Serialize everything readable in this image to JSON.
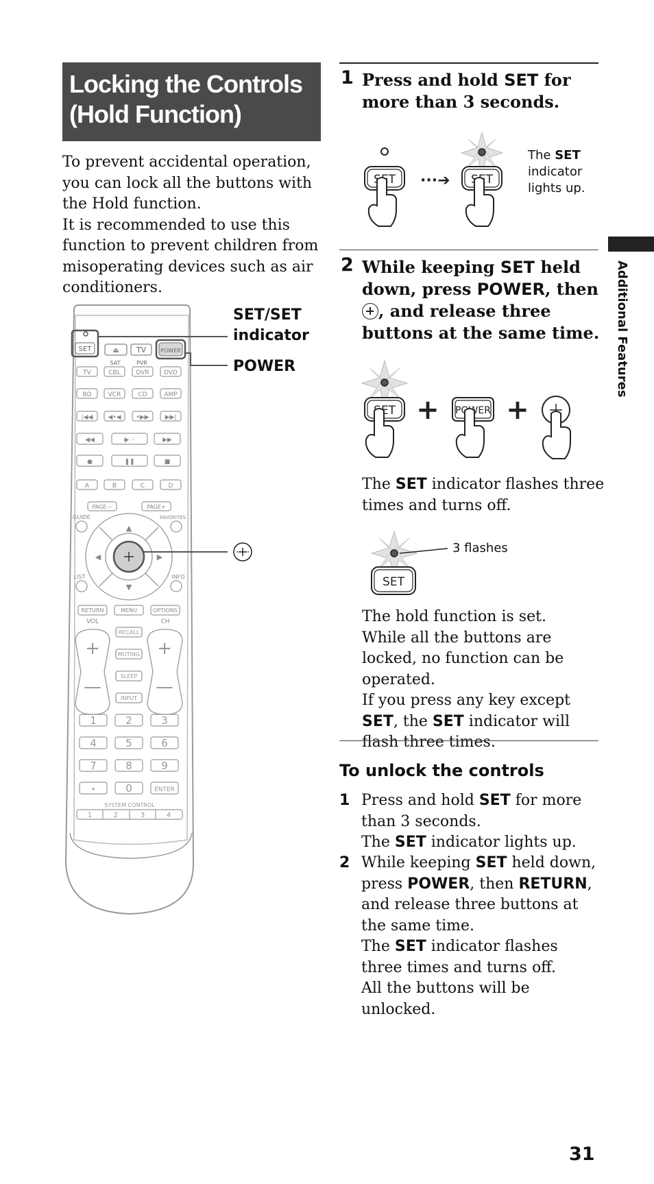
{
  "title": {
    "line1": "Locking the Controls",
    "line2": "(Hold Function)"
  },
  "intro": {
    "p1": "To prevent accidental operation, you can lock all the buttons with the Hold function.",
    "p2": "It is recommended to use this function to prevent children from misoperating devices such as air conditioners."
  },
  "callouts": {
    "set": "SET/SET indicator",
    "set_a": "SET/SET",
    "set_b": "indicator",
    "power": "POWER"
  },
  "side_tab": "Additional Features",
  "page_number": "31",
  "remote": {
    "top_row": [
      "SET",
      "TV",
      "POWER"
    ],
    "sub1": [
      "SAT",
      "PVR"
    ],
    "row_dev1": [
      "TV",
      "CBL",
      "DVR",
      "DVD"
    ],
    "row_dev2": [
      "BD",
      "VCR",
      "CD",
      "AMP"
    ],
    "abcd": [
      "A",
      "B",
      "C",
      "D"
    ],
    "page_minus": "PAGE—",
    "page_plus": "PAGE+",
    "guide": "GUIDE",
    "favorites": "FAVORITES",
    "list": "LIST",
    "info": "INFO",
    "row_menu": [
      "RETURN",
      "MENU",
      "OPTIONS"
    ],
    "vol": "VOL",
    "ch": "CH",
    "mid_buttons": [
      "RECALL",
      "MUTING",
      "SLEEP",
      "INPUT"
    ],
    "numbers": [
      "1",
      "2",
      "3",
      "4",
      "5",
      "6",
      "7",
      "8",
      "9",
      "•",
      "0",
      "ENTER"
    ],
    "system_control": "SYSTEM CONTROL",
    "sys": [
      "1",
      "2",
      "3",
      "4"
    ]
  },
  "step1": {
    "num": "1",
    "text_a": "Press and hold ",
    "key": "SET",
    "text_b": " for more than 3 seconds.",
    "btn": "SET",
    "note_a": "The ",
    "note_key": "SET",
    "note_b1": "indicator",
    "note_b2": "lights up."
  },
  "step2": {
    "num": "2",
    "t1": "While keeping ",
    "k1": "SET",
    "t2": " held down, press ",
    "k2": "POWER",
    "t3": ", then ",
    "t4": ", and release three buttons at the same time.",
    "btn_set": "SET",
    "btn_power": "POWER",
    "plus": "+",
    "result_a": "The ",
    "result_key": "SET",
    "result_b": " indicator flashes three times and turns off.",
    "flashes": "3 flashes",
    "hold1": "The hold function is set.",
    "hold2": "While all the buttons are locked, no function can be operated.",
    "hold3a": "If you press any key except ",
    "hold3k": "SET",
    "hold3b": ", the ",
    "hold3k2": "SET",
    "hold3c": " indicator will flash three times."
  },
  "unlock": {
    "title": "To unlock the controls",
    "s1": {
      "num": "1",
      "a": "Press and hold ",
      "k": "SET",
      "b": " for more than 3 seconds.",
      "c": "The ",
      "k2": "SET",
      "d": " indicator lights up."
    },
    "s2": {
      "num": "2",
      "a": "While keeping ",
      "k": "SET",
      "b": " held down, press ",
      "k2": "POWER",
      "c": ", then ",
      "k3": "RETURN",
      "d": ", and release three buttons at the same time.",
      "e": "The ",
      "k4": "SET",
      "f": " indicator flashes three times and turns off.",
      "g": "All the buttons will be unlocked."
    }
  },
  "colors": {
    "title_bg": "#4a4a4a",
    "remote_stroke": "#999999",
    "text": "#111111"
  }
}
